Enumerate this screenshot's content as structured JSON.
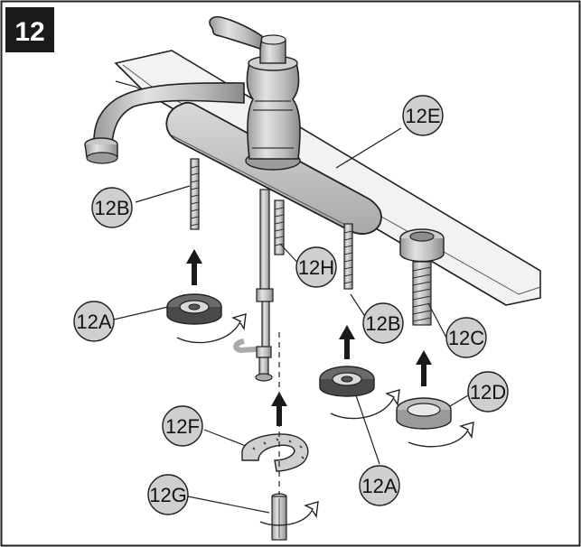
{
  "step": {
    "number": "12"
  },
  "callouts": {
    "c12e": "12E",
    "c12b_left": "12B",
    "c12h": "12H",
    "c12a_left": "12A",
    "c12b_right": "12B",
    "c12c": "12C",
    "c12d": "12D",
    "c12f": "12F",
    "c12g": "12G",
    "c12a_bottom": "12A"
  },
  "colors": {
    "line": "#222222",
    "part_fill": "#e6e6e6",
    "part_mid": "#c9c9c9",
    "part_dark": "#8f8f8f",
    "callout_fill": "#cfcfcf",
    "badge_fill": "#1a1a1a"
  }
}
